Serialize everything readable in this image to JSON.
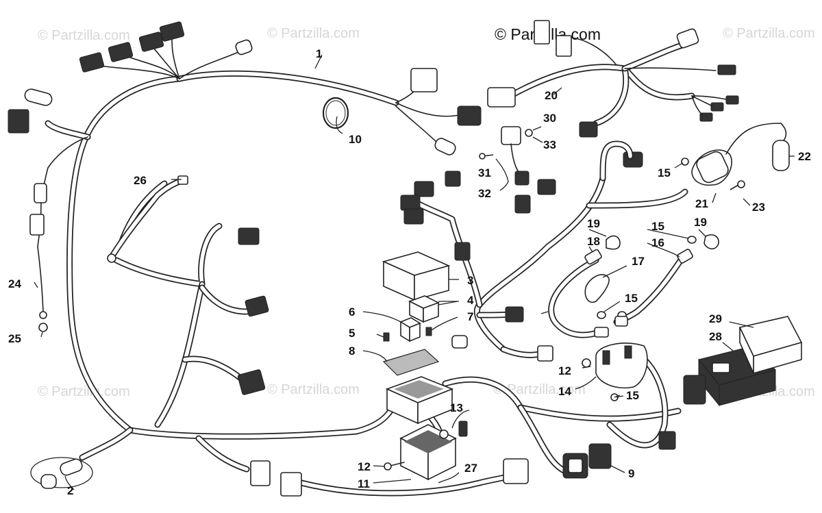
{
  "copyright": "© Partzilla.com",
  "watermark": "© Partzilla.com",
  "callouts": [
    {
      "id": "c1",
      "text": "1"
    },
    {
      "id": "c2",
      "text": "2"
    },
    {
      "id": "c3",
      "text": "3"
    },
    {
      "id": "c4",
      "text": "4"
    },
    {
      "id": "c5",
      "text": "5"
    },
    {
      "id": "c6",
      "text": "6"
    },
    {
      "id": "c7",
      "text": "7"
    },
    {
      "id": "c8",
      "text": "8"
    },
    {
      "id": "c9",
      "text": "9"
    },
    {
      "id": "c10",
      "text": "10"
    },
    {
      "id": "c11",
      "text": "11"
    },
    {
      "id": "c12a",
      "text": "12"
    },
    {
      "id": "c12b",
      "text": "12"
    },
    {
      "id": "c13",
      "text": "13"
    },
    {
      "id": "c14",
      "text": "14"
    },
    {
      "id": "c15a",
      "text": "15"
    },
    {
      "id": "c15b",
      "text": "15"
    },
    {
      "id": "c15c",
      "text": "15"
    },
    {
      "id": "c15d",
      "text": "15"
    },
    {
      "id": "c16",
      "text": "16"
    },
    {
      "id": "c17",
      "text": "17"
    },
    {
      "id": "c18",
      "text": "18"
    },
    {
      "id": "c19a",
      "text": "19"
    },
    {
      "id": "c19b",
      "text": "19"
    },
    {
      "id": "c20",
      "text": "20"
    },
    {
      "id": "c21",
      "text": "21"
    },
    {
      "id": "c22",
      "text": "22"
    },
    {
      "id": "c23",
      "text": "23"
    },
    {
      "id": "c24",
      "text": "24"
    },
    {
      "id": "c25",
      "text": "25"
    },
    {
      "id": "c26",
      "text": "26"
    },
    {
      "id": "c27",
      "text": "27"
    },
    {
      "id": "c28",
      "text": "28"
    },
    {
      "id": "c29",
      "text": "29"
    },
    {
      "id": "c30",
      "text": "30"
    },
    {
      "id": "c31",
      "text": "31"
    },
    {
      "id": "c32",
      "text": "32"
    },
    {
      "id": "c33",
      "text": "33"
    }
  ]
}
